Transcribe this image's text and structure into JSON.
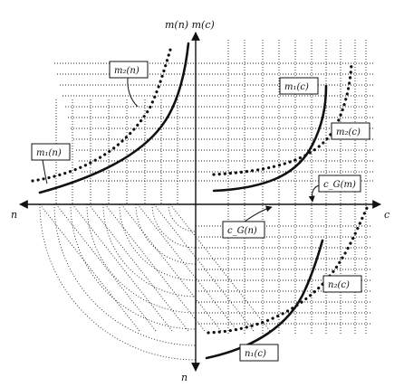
{
  "axes": {
    "top": "m(n)  m(c)",
    "left": "n",
    "right": "c",
    "bottom": "n"
  },
  "labels": {
    "m1n": "m₁(n)",
    "m2n": "m₂(n)",
    "m1c": "m₁(c)",
    "m2c": "m₂(c)",
    "cgm": "c_G(m)",
    "cgn": "c_G(n)",
    "n1c": "n₁(c)",
    "n2c": "n₂(c)"
  }
}
